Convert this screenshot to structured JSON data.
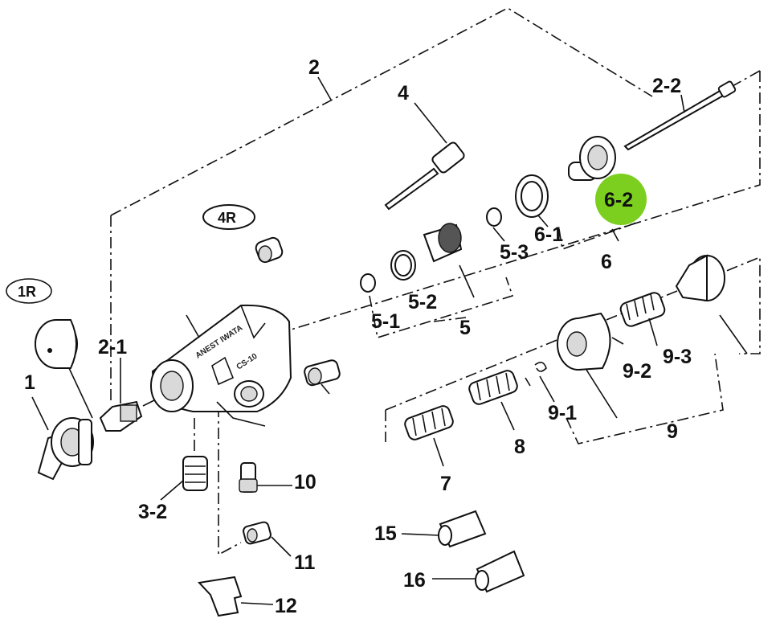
{
  "diagram": {
    "highlight_color": "#7ccf1f",
    "labels": {
      "p1": "1",
      "p1R": "1R",
      "p2": "2",
      "p2_1": "2-1",
      "p2_2": "2-2",
      "p3_2": "3-2",
      "p4": "4",
      "p4R": "4R",
      "p5": "5",
      "p5_1": "5-1",
      "p5_2": "5-2",
      "p5_3": "5-3",
      "p6": "6",
      "p6_1": "6-1",
      "p6_2": "6-2",
      "p7": "7",
      "p8": "8",
      "p9": "9",
      "p9_1": "9-1",
      "p9_2": "9-2",
      "p9_3": "9-3",
      "p10": "10",
      "p11": "11",
      "p12": "12",
      "p15": "15",
      "p16": "16"
    },
    "body_marks": {
      "brand": "ANEST IWATA",
      "model": "CS-10"
    }
  }
}
